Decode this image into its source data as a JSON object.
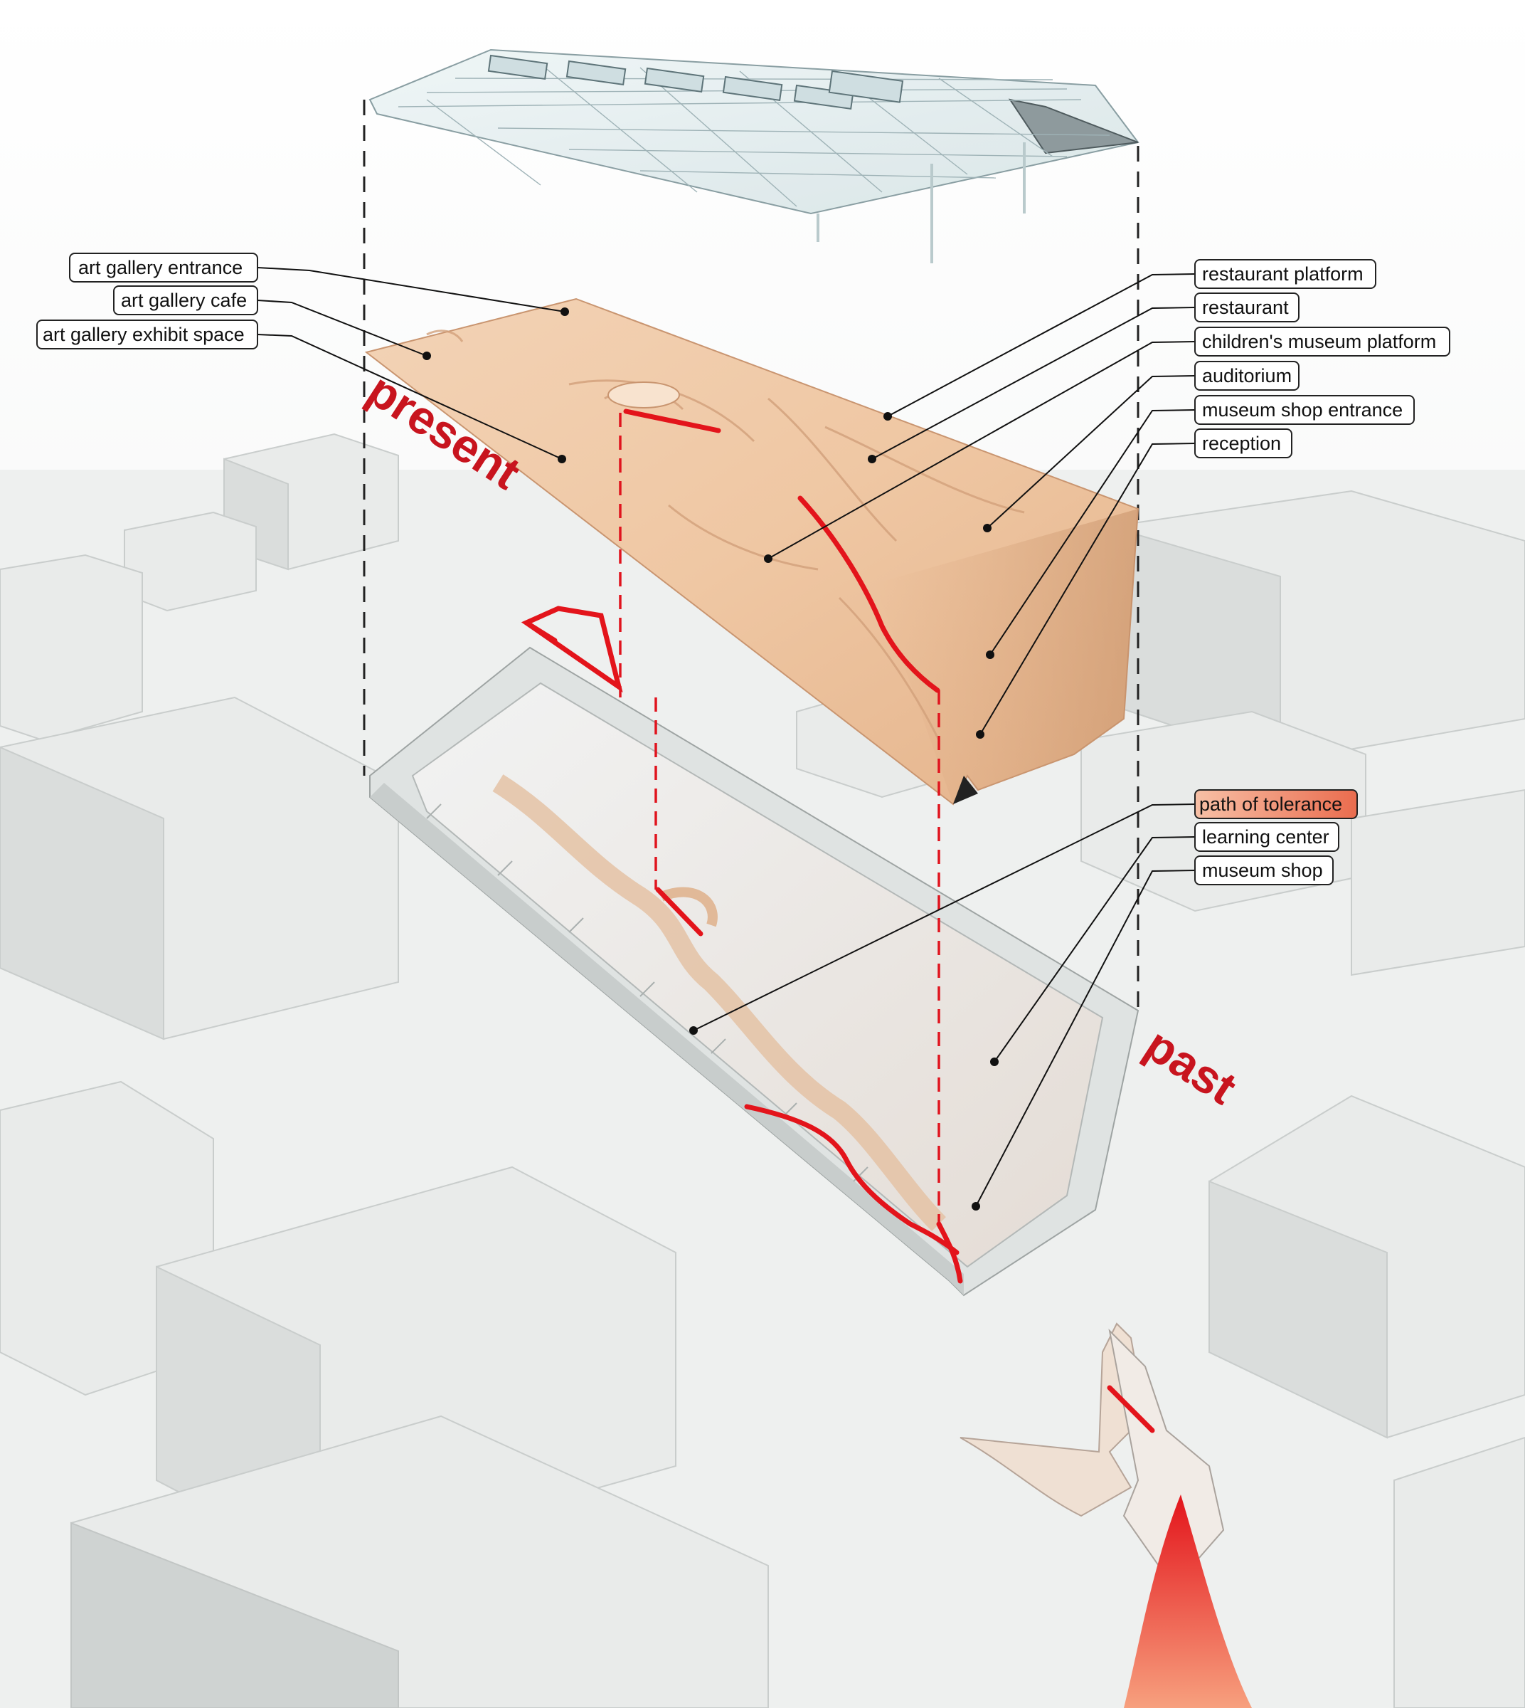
{
  "labels_left": [
    {
      "id": "art-gallery-entrance",
      "text": "art gallery entrance"
    },
    {
      "id": "art-gallery-cafe",
      "text": "art gallery cafe"
    },
    {
      "id": "art-gallery-exhibit-space",
      "text": "art gallery exhibit space"
    }
  ],
  "labels_right": [
    {
      "id": "restaurant-platform",
      "text": "restaurant platform"
    },
    {
      "id": "restaurant",
      "text": "restaurant"
    },
    {
      "id": "childrens-museum-platform",
      "text": "children's museum platform"
    },
    {
      "id": "auditorium",
      "text": "auditorium"
    },
    {
      "id": "museum-shop-entrance",
      "text": "museum shop entrance"
    },
    {
      "id": "reception",
      "text": "reception"
    },
    {
      "id": "path-of-tolerance",
      "text": "path of tolerance"
    },
    {
      "id": "learning-center",
      "text": "learning center"
    },
    {
      "id": "museum-shop",
      "text": "museum shop"
    }
  ],
  "big_labels": {
    "present": "present",
    "past": "past"
  },
  "colors": {
    "accent_red": "#e3141b",
    "platform_peach": "#f0c9a6",
    "highlight_label": "#ef8a6a"
  }
}
